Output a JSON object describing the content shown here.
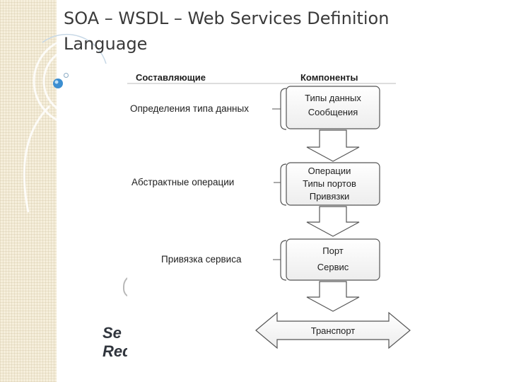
{
  "slide": {
    "title_line1": "SOA – WSDL – Web Services Definition",
    "title_line2": "Language"
  },
  "diagram": {
    "left_header": "Составляющие",
    "right_header": "Компоненты",
    "groups": [
      {
        "label": "Определения типа данных",
        "components": [
          "Типы данных",
          "Сообщения"
        ]
      },
      {
        "label": "Абстрактные операции",
        "components": [
          "Операции",
          "Типы портов",
          "Привязки"
        ]
      },
      {
        "label": "Привязка сервиса",
        "components": [
          "Порт",
          "Сервис"
        ]
      }
    ],
    "transport": "Транспорт"
  },
  "occluded_text": {
    "line1": "Se",
    "line2": "Req"
  },
  "colors": {
    "accent_blue": "#3d8fd1",
    "strip": "#f6efdc",
    "line": "#555555"
  }
}
